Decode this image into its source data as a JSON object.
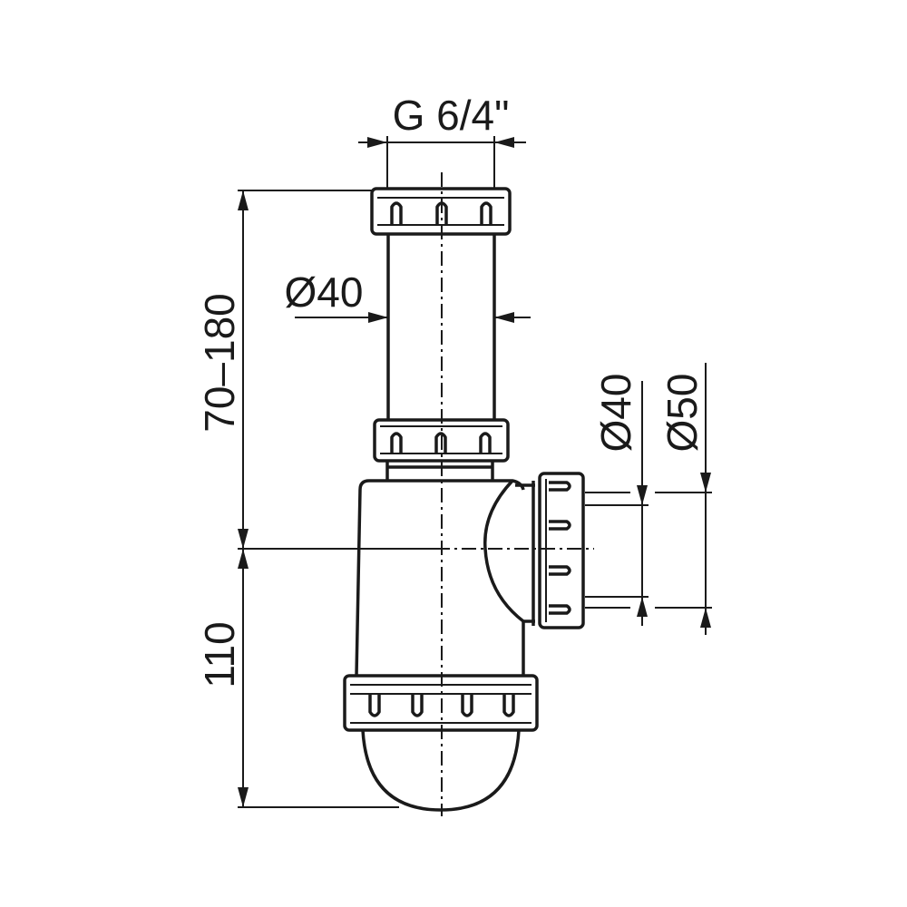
{
  "dimensions": {
    "thread": "G 6/4\"",
    "tube_diameter": "Ø40",
    "height_adjustable": "70–180",
    "height_lower": "110",
    "outlet_inner": "Ø40",
    "outlet_outer": "Ø50"
  },
  "colors": {
    "line": "#1a1a1a",
    "background": "#ffffff"
  }
}
